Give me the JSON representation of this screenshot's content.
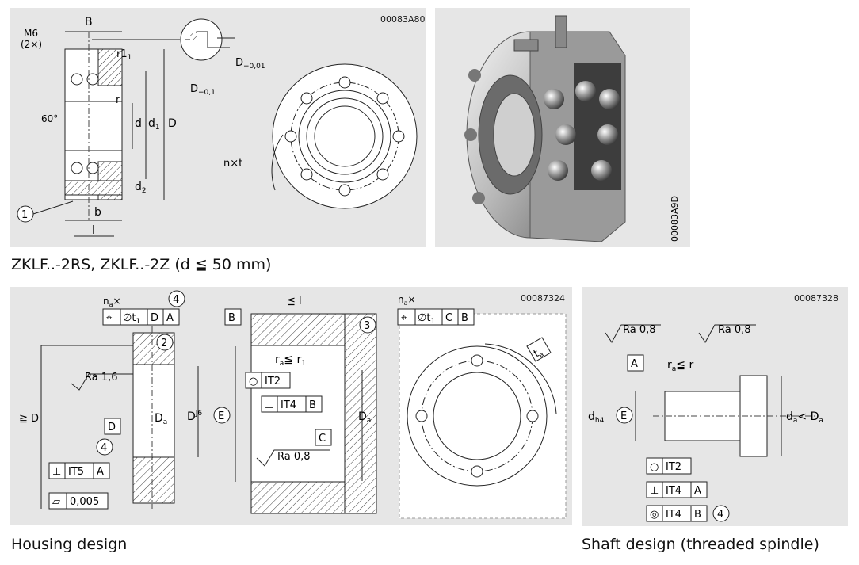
{
  "top_left": {
    "code": "00083A80",
    "labels": {
      "B": "B",
      "M6": "M6",
      "twoX": "(2×)",
      "r1": "r1",
      "r": "r",
      "angle": "60°",
      "d": "d",
      "d1": "d",
      "D": "D",
      "d2": "d",
      "b": "b",
      "l": "l",
      "ref1": "1",
      "D001": "D",
      "D01": "D",
      "n_t": "n×t"
    },
    "subscripts": {
      "r1": "1",
      "d1": "1",
      "d2": "2",
      "D001": "−0,01",
      "D01": "−0,1"
    }
  },
  "top_right": {
    "code": "00083A9D"
  },
  "caption_top": "ZKLF..-2RS, ZKLF..-2Z (d ≦ 50 mm)",
  "housing": {
    "code": "00087324",
    "labels": {
      "na1": "n",
      "na1_sub": "a",
      "na1_x": "×",
      "na2": "n",
      "na2_sub": "a",
      "na2_x": "×",
      "ref4a": "4",
      "ref2": "2",
      "ref3": "3",
      "ref4b": "4",
      "ra16": "Ra 1,6",
      "geD": "≧ D",
      "Da1": "D",
      "Da1_sub": "a",
      "DJ6": "D",
      "DJ6_sup": "J6",
      "E": "E",
      "datumD": "D",
      "datumB": "B",
      "datumC": "C",
      "leL": "≦ l",
      "ra_r1": "r",
      "ra_sub": "a",
      "ra_le": "≦ r",
      "ra_r1_sub": "1",
      "ra08": "Ra 0,8",
      "Da2": "D",
      "Da2_sub": "a",
      "ta": "t",
      "ta_sub": "a"
    },
    "frames": {
      "pos_a": [
        "⌖",
        "∅t",
        "D",
        "A"
      ],
      "pos_a_sub": "1",
      "pos_b": [
        "⌖",
        "∅t",
        "C",
        "B"
      ],
      "pos_b_sub": "1",
      "perp_it5": [
        "⊥",
        "IT5",
        "A"
      ],
      "flat": [
        "▱",
        "0,005"
      ],
      "circ_it2": [
        "○",
        "IT2"
      ],
      "perp_it4": [
        "⊥",
        "IT4",
        "B"
      ]
    }
  },
  "shaft": {
    "code": "00087328",
    "labels": {
      "ra08a": "Ra 0,8",
      "ra08b": "Ra 0,8",
      "A": "A",
      "ra_r": "r",
      "ra_sub": "a",
      "ra_le": "≦ r",
      "dh4": "d",
      "dh4_sub": "h4",
      "E": "E",
      "da": "d",
      "da_sub": "a",
      "da_lt": "< D",
      "Da_sub": "a",
      "ref4": "4"
    },
    "frames": {
      "circ_it2": [
        "○",
        "IT2"
      ],
      "perp_it4": [
        "⊥",
        "IT4",
        "A"
      ],
      "conc_it4": [
        "◎",
        "IT4",
        "B"
      ]
    }
  },
  "caption_housing": "Housing design",
  "caption_shaft": "Shaft design  (threaded spindle)"
}
